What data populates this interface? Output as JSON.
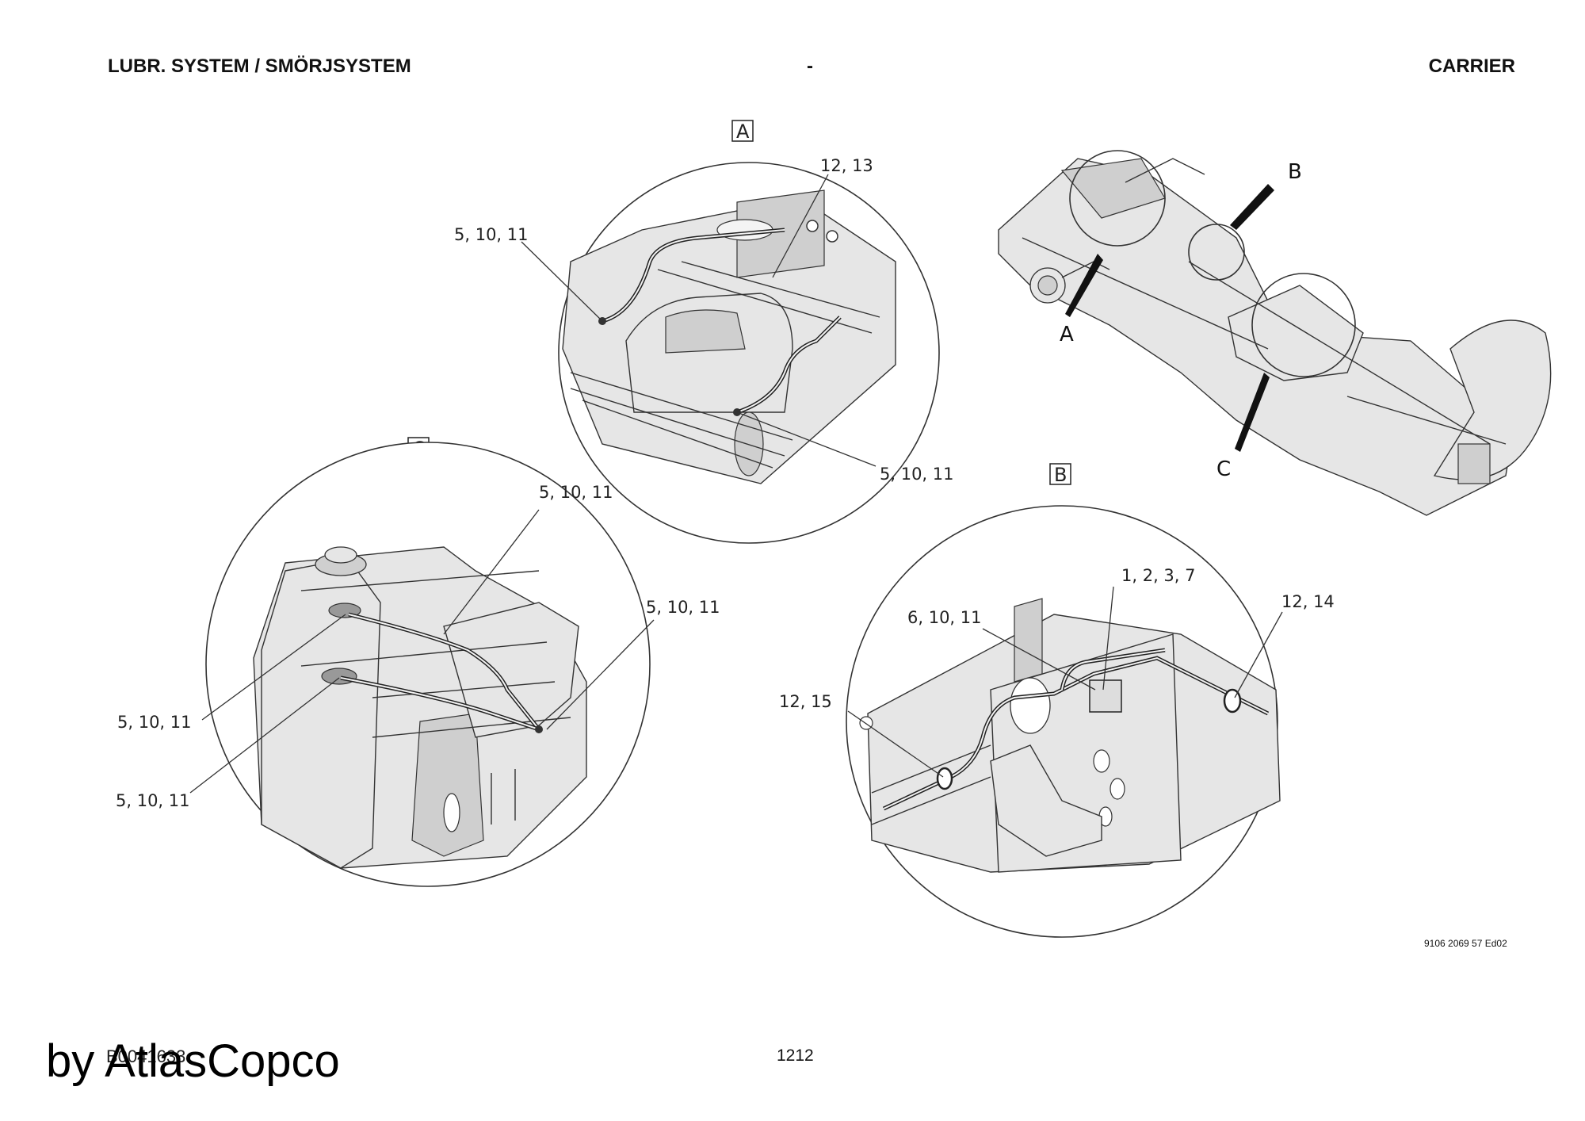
{
  "header": {
    "left": "LUBR. SYSTEM / SMÖRJSYSTEM",
    "center": "-",
    "right": "CARRIER"
  },
  "details": {
    "A": {
      "label": "A",
      "callouts": [
        "12, 13",
        "5, 10, 11",
        "5, 10, 11"
      ]
    },
    "B": {
      "label": "B",
      "callouts": [
        "1, 2, 3, 7",
        "6, 10, 11",
        "12, 14",
        "12, 15"
      ]
    },
    "C": {
      "label": "C",
      "callouts": [
        "5, 10, 11",
        "5, 10, 11",
        "5, 10, 11",
        "5, 10, 11"
      ]
    }
  },
  "overview": {
    "markers": [
      "A",
      "B",
      "C"
    ]
  },
  "footer": {
    "doc_number": "9106 2069 57 Ed02",
    "page_number": "1212",
    "ref_number": "B0041633",
    "watermark": "by AtlasCopco"
  }
}
